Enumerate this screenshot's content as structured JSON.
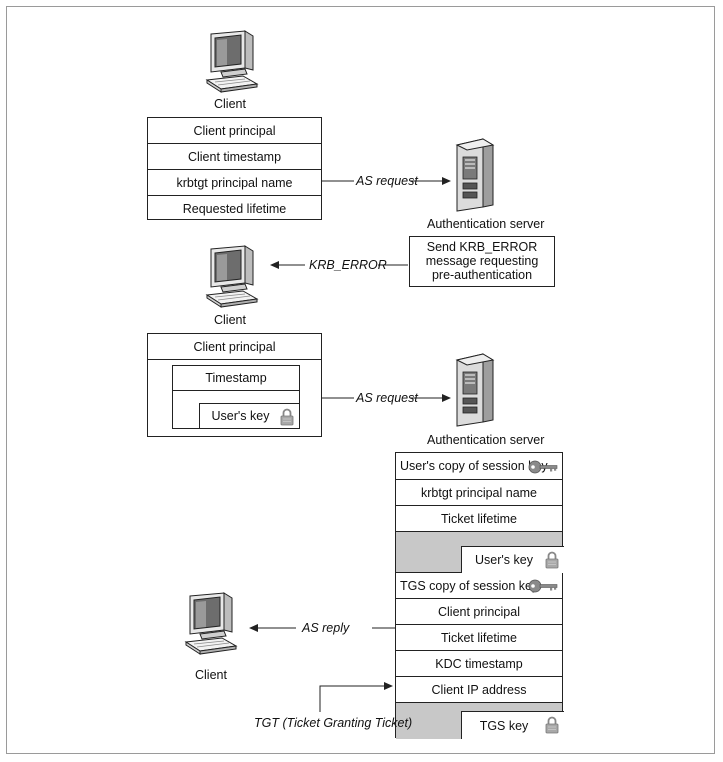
{
  "block1": {
    "client_label": "Client",
    "request_fields": [
      "Client principal",
      "Client timestamp",
      "krbtgt principal name",
      "Requested lifetime"
    ],
    "arrow_label": "AS request",
    "server_label": "Authentication server"
  },
  "block2": {
    "error_note": [
      "Send KRB_ERROR",
      "message requesting",
      "pre-authentication"
    ],
    "arrow_label": "KRB_ERROR",
    "client_label": "Client"
  },
  "block3": {
    "client_principal": "Client principal",
    "timestamp": "Timestamp",
    "users_key": "User's key",
    "arrow_label": "AS request",
    "server_label": "Authentication server"
  },
  "reply": {
    "fields_top": [
      "User's copy of session key",
      "krbtgt principal name",
      "Ticket lifetime"
    ],
    "users_key": "User's key",
    "tgs_session_key": "TGS copy of session key",
    "fields_tgt": [
      "Client principal",
      "Ticket lifetime",
      "KDC timestamp",
      "Client IP address"
    ],
    "tgs_key": "TGS key",
    "arrow_label": "AS reply",
    "client_label": "Client",
    "tgt_label": "TGT (Ticket Granting Ticket)"
  }
}
